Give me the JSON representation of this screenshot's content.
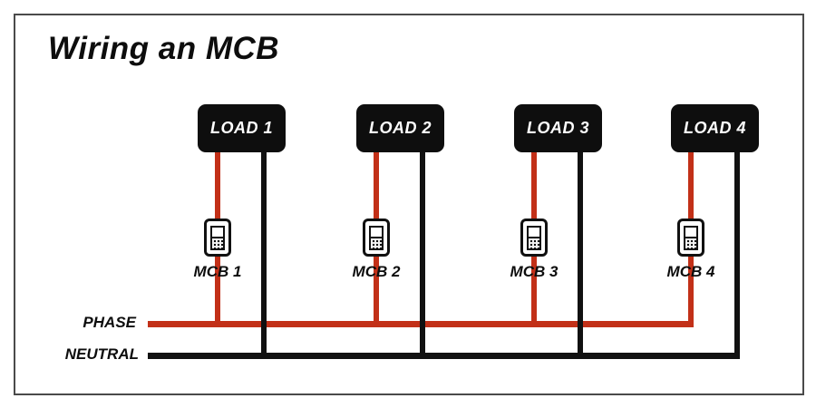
{
  "title": "Wiring an MCB",
  "colors": {
    "phase_red": "#c23018",
    "wire_black": "#111111",
    "frame_gray": "#4a4a4a"
  },
  "circuits": [
    {
      "load_label": "LOAD 1",
      "mcb_label": "MCB 1"
    },
    {
      "load_label": "LOAD 2",
      "mcb_label": "MCB 2"
    },
    {
      "load_label": "LOAD 3",
      "mcb_label": "MCB 3"
    },
    {
      "load_label": "LOAD 4",
      "mcb_label": "MCB 4"
    }
  ],
  "bus_lines": {
    "phase_label": "PHASE",
    "neutral_label": "NEUTRAL"
  }
}
